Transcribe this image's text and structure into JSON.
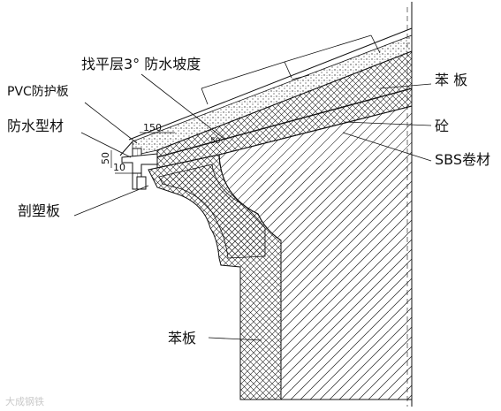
{
  "labels": {
    "leveling_layer": "找平层3° 防水坡度",
    "pvc_board": "PVC防护板",
    "waterproof_profile": "防水型材",
    "sculpted_board": "剖塑板",
    "wood_board_top": "苯 板",
    "concrete": "砼",
    "sbs": "SBS卷材",
    "wood_board_bottom": "苯板"
  },
  "dimensions": {
    "d150": "150",
    "d50": "50",
    "d10": "10",
    "dim_small": "50"
  },
  "watermark": "大成钢铁",
  "colors": {
    "line": "#111111",
    "dim": "#333333"
  }
}
